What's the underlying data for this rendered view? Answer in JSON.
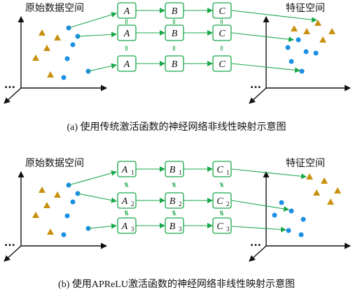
{
  "colors": {
    "green": "#1aa84a",
    "gold": "#c8900e",
    "blue": "#1a8fe3",
    "axis": "#111111"
  },
  "panel_a": {
    "left_label": "原始数据空间",
    "right_label": "特征空间",
    "caption": "(a) 使用传统激活函数的神经网络非线性映射示意图",
    "rows": [
      {
        "nodes": [
          {
            "name": "A",
            "sub": ""
          },
          {
            "name": "B",
            "sub": ""
          },
          {
            "name": "C",
            "sub": ""
          }
        ]
      },
      {
        "nodes": [
          {
            "name": "A",
            "sub": ""
          },
          {
            "name": "B",
            "sub": ""
          },
          {
            "name": "C",
            "sub": ""
          }
        ]
      },
      {
        "nodes": [
          {
            "name": "A",
            "sub": ""
          },
          {
            "name": "B",
            "sub": ""
          },
          {
            "name": "C",
            "sub": ""
          }
        ]
      }
    ],
    "relation_symbol": "="
  },
  "panel_b": {
    "left_label": "原始数据空间",
    "right_label": "特征空间",
    "caption": "(b) 使用APReLU激活函数的神经网络非线性映射示意图",
    "rows": [
      {
        "nodes": [
          {
            "name": "A",
            "sub": "1"
          },
          {
            "name": "B",
            "sub": "1"
          },
          {
            "name": "C",
            "sub": "1"
          }
        ]
      },
      {
        "nodes": [
          {
            "name": "A",
            "sub": "2"
          },
          {
            "name": "B",
            "sub": "2"
          },
          {
            "name": "C",
            "sub": "2"
          }
        ]
      },
      {
        "nodes": [
          {
            "name": "A",
            "sub": "3"
          },
          {
            "name": "B",
            "sub": "3"
          },
          {
            "name": "C",
            "sub": "3"
          }
        ]
      }
    ],
    "relation_symbol": "≠"
  },
  "ellipsis": "..."
}
